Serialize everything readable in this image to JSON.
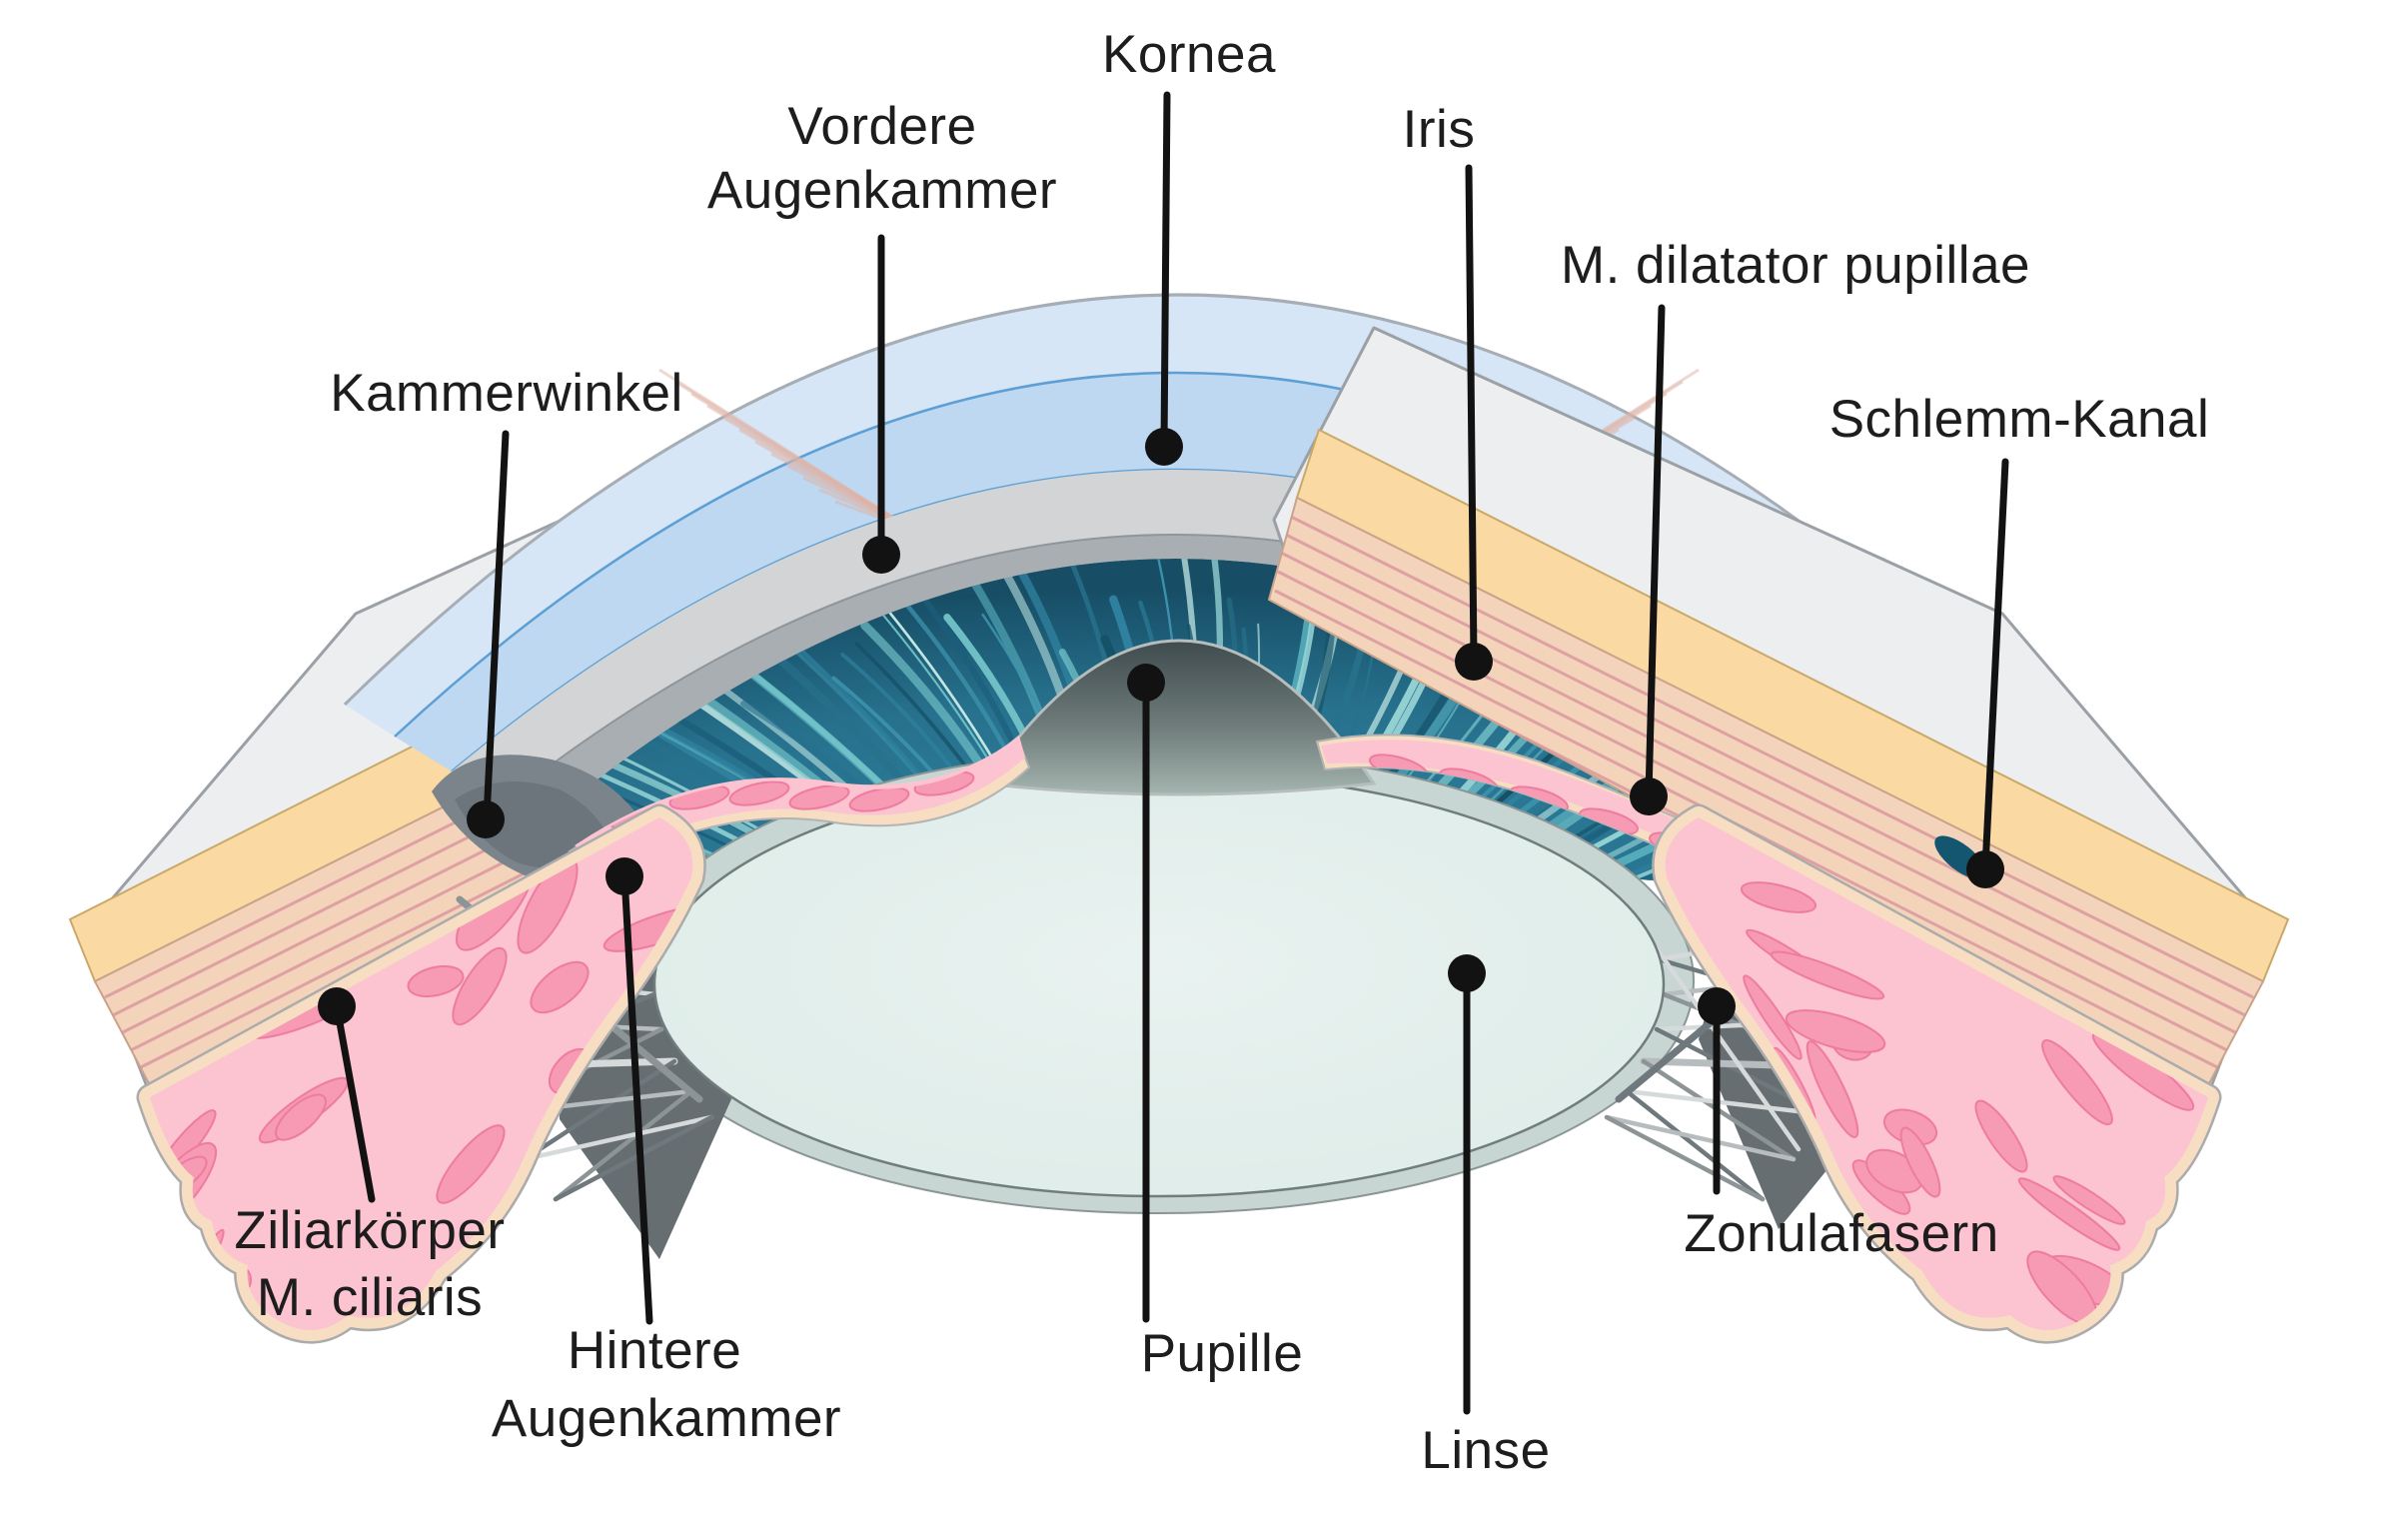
{
  "diagram": {
    "subject": "Querschnitt des vorderen Augenabschnitts (anterior eye segment cross-section)",
    "language": "de"
  },
  "labels": {
    "kornea": {
      "text": "Kornea"
    },
    "vordere_augenkammer": {
      "line1": "Vordere",
      "line2": "Augenkammer"
    },
    "iris": {
      "text": "Iris"
    },
    "m_dilatator_pupillae": {
      "text": "M. dilatator pupillae"
    },
    "schlemm_kanal": {
      "text": "Schlemm-Kanal"
    },
    "kammerwinkel": {
      "text": "Kammerwinkel"
    },
    "ziliarkoerper": {
      "line1": "Ziliarkörper",
      "line2": "M. ciliaris"
    },
    "hintere_augenkammer": {
      "line1": "Hintere",
      "line2": "Augenkammer"
    },
    "pupille": {
      "text": "Pupille"
    },
    "linse": {
      "text": "Linse"
    },
    "zonulafasern": {
      "text": "Zonulafasern"
    }
  },
  "colors": {
    "label_text": "#1d1d1d",
    "leader_line": "#121212",
    "cornea_outer": "#d6e6f6",
    "cornea_inner": "#bdd8f0",
    "cornea_edge_blue": "#5d9fd4",
    "chamber_gray": "#d2d4d6",
    "iris_backing_gray": "#a9aeb3",
    "iris_teal": "#2e7f99",
    "iris_teal_dark": "#174e66",
    "iris_teal_light": "#74c4c9",
    "pupil_dome_dark": "#414d4f",
    "pupil_dome_light": "#9fb0ab",
    "lens_fill": "#e2eeeb",
    "lens_capsule": "#c7d6d2",
    "zonule_gray": "#8d9496",
    "ciliary_pink": "#fcc3d1",
    "ciliary_lobule_pink": "#f79bb4",
    "ciliary_cream": "#f7ddc2",
    "sclera_gray": "#eceef0",
    "sclera_yellow": "#fbd9a2",
    "sclera_tan": "#f3d4ba",
    "schlemm_teal": "#14566f",
    "background": "#ffffff"
  }
}
